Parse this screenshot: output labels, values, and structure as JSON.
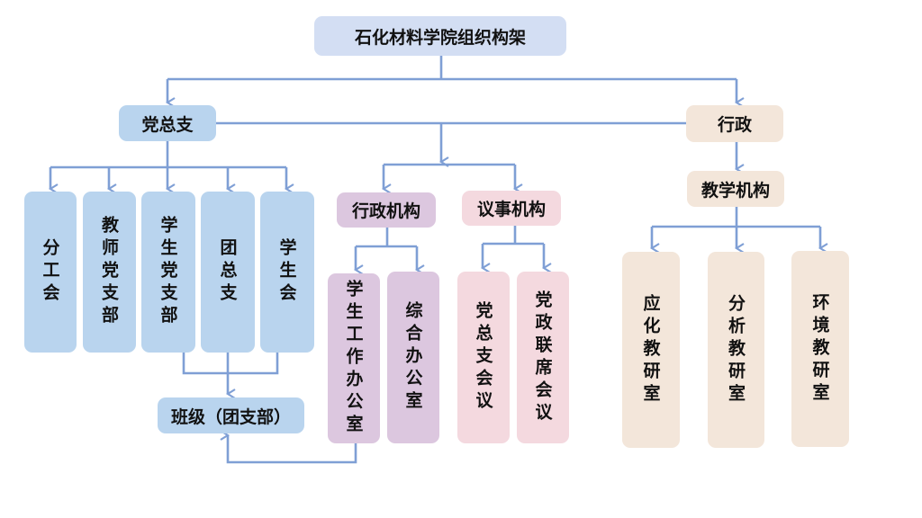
{
  "title": "石化材料学院组织构架",
  "colors": {
    "connector": "#7f9fd5",
    "party_branch": "#b9d4ee",
    "title_box": "#d3def3",
    "admin_bodies": "#dcc7df",
    "deliberative_bodies": "#f4d9df",
    "administration": "#f3e6da"
  },
  "party": {
    "label": "党总支",
    "children": [
      "分工会",
      "教师党支部",
      "学生党支部",
      "团总支",
      "学生会"
    ],
    "class_unit": "班级（团支部）"
  },
  "admin_bodies": {
    "label": "行政机构",
    "children": [
      "学生工作办公室",
      "综合办公室"
    ]
  },
  "deliberative_bodies": {
    "label": "议事机构",
    "children": [
      "党总支会议",
      "党政联席会议"
    ]
  },
  "administration": {
    "label": "行政",
    "teaching": {
      "label": "教学机构",
      "children": [
        "应化教研室",
        "分析教研室",
        "环境教研室"
      ]
    }
  }
}
